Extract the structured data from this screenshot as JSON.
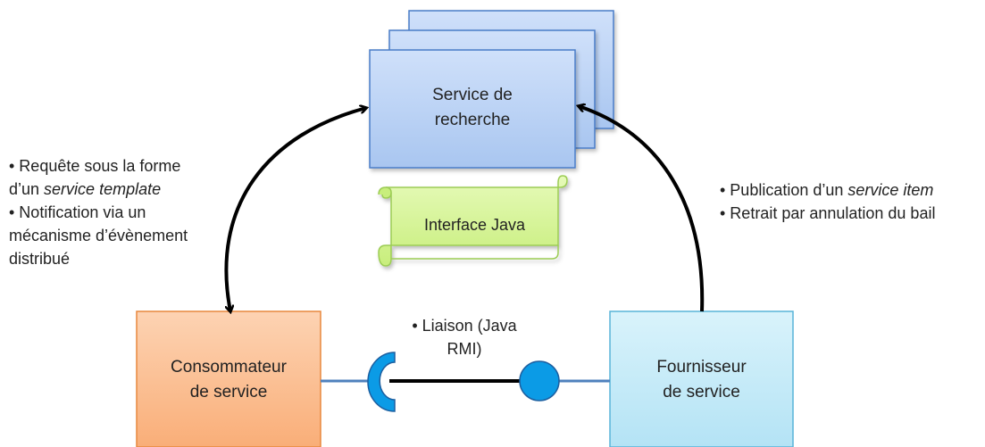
{
  "lookup_service": {
    "line1": "Service de",
    "line2": "recherche"
  },
  "java_interface": {
    "label": "Interface Java"
  },
  "consumer": {
    "line1": "Consommateur",
    "line2": "de service"
  },
  "provider": {
    "line1": "Fournisseur",
    "line2": "de service"
  },
  "binding": {
    "line1": "• Liaison (Java",
    "line2": "RMI)"
  },
  "left_notes": {
    "line1": "•  Requête sous la forme",
    "line2_prefix": "d’un ",
    "line2_italic": "service template",
    "line3": "• Notification via un",
    "line4": "mécanisme d’évènement",
    "line5": "distribué"
  },
  "right_notes": {
    "line1_prefix": "• Publication d’un ",
    "line1_italic": "service item",
    "line2": "• Retrait par annulation du bail"
  },
  "colors": {
    "lookup_fill": "#bcd3f5",
    "lookup_border": "#4a7cc7",
    "interface_fill": "#d8f59a",
    "interface_border": "#9ccc54",
    "consumer_fill": "#fbc39a",
    "consumer_border": "#e8883e",
    "provider_fill": "#c9ecf8",
    "provider_border": "#58b4d8",
    "connector_blue": "#0b9be6",
    "line_blue": "#4f81bd",
    "arrow": "#000000"
  }
}
